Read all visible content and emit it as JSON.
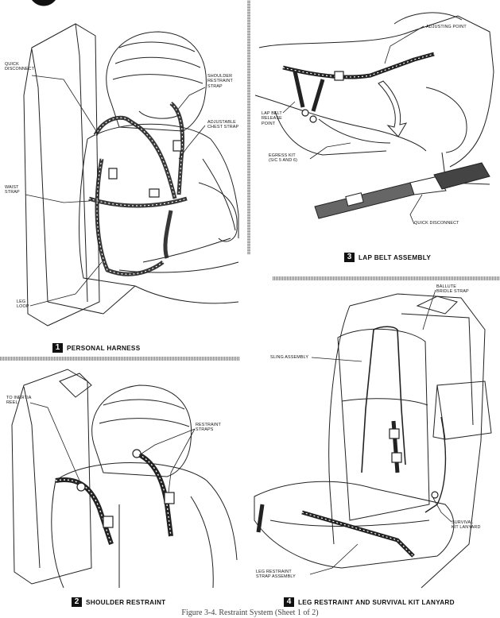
{
  "panels": {
    "p1": {
      "number": "1",
      "caption": "PERSONAL HARNESS",
      "labels": {
        "quick_disconnect": "QUICK\nDISCONNECT",
        "shoulder_strap": "SHOULDER\nRESTRAINT\nSTRAP",
        "chest_strap": "ADJUSTABLE\nCHEST STRAP",
        "waist_strap": "WAIST\nSTRAP",
        "leg_loop": "LEG\nLOOP"
      }
    },
    "p2": {
      "number": "2",
      "caption": "SHOULDER RESTRAINT",
      "labels": {
        "inertia_reel": "TO INERTIA\nREEL",
        "restraint_straps": "RESTRAINT\nSTRAPS"
      }
    },
    "p3": {
      "number": "3",
      "caption": "LAP BELT ASSEMBLY",
      "labels": {
        "adjusting_point": "ADJUSTING POINT",
        "lap_release": "LAP BELT\nRELEASE\nPOINT",
        "egress_kit": "EGRESS KIT\n(S/C 5 AND 6)",
        "quick_disconnect": "QUICK DISCONNECT"
      }
    },
    "p4": {
      "number": "4",
      "caption": "LEG RESTRAINT AND SURVIVAL KIT LANYARD",
      "labels": {
        "ballute": "BALLUTE\nBRIDLE STRAP",
        "sling": "SLING ASSEMBLY",
        "survival": "SURVIVAL\nKIT LANYARD",
        "leg_assembly": "LEG RESTRAINT\nSTRAP ASSEMBLY"
      }
    }
  },
  "figure_caption": "Figure 3-4. Restraint System (Sheet 1 of 2)"
}
